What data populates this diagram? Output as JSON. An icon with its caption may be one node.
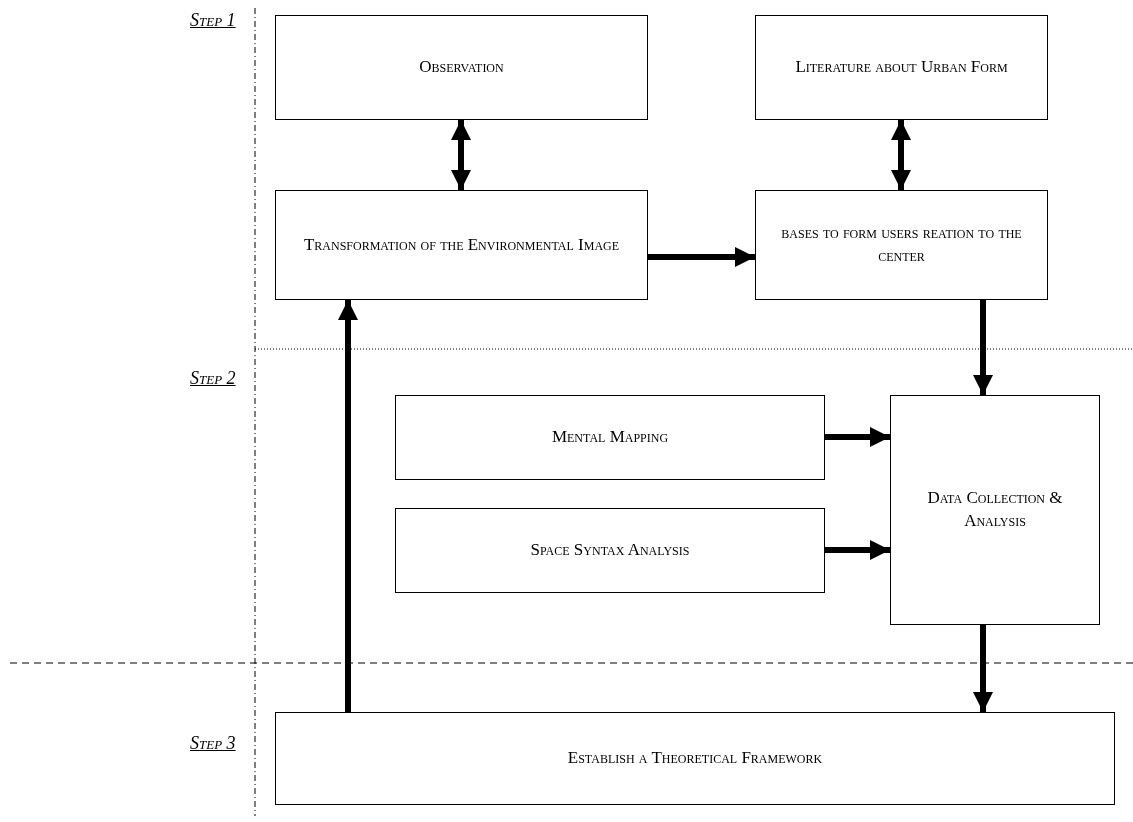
{
  "diagram": {
    "nodes": [
      {
        "text": [
          "Observation"
        ]
      },
      {
        "text": [
          "Literature about Urban Form"
        ]
      },
      {
        "text": [
          "Transformation of the Environmental Image"
        ]
      },
      {
        "text": [
          "bases to form users reation to the center"
        ]
      },
      {
        "text": [
          "Mental Mapping"
        ]
      },
      {
        "text": [
          "Data Collection & Analysis"
        ]
      },
      {
        "text": [
          "Space Syntax Analysis"
        ]
      },
      {
        "text": [
          "Establish a Theoretical Framework"
        ]
      }
    ],
    "edges": [
      {
        "from": 0,
        "to": 2,
        "arrow": "both"
      },
      {
        "from": 1,
        "to": 3,
        "arrow": "both"
      },
      {
        "from": 2,
        "to": 3,
        "arrow": "to"
      },
      {
        "from": 3,
        "to": 5,
        "arrow": "to"
      },
      {
        "from": 4,
        "to": 5,
        "arrow": "to"
      },
      {
        "from": 6,
        "to": 5,
        "arrow": "to"
      },
      {
        "from": 5,
        "to": 7,
        "arrow": "to"
      },
      {
        "from": 7,
        "to": 2,
        "arrow": "to"
      }
    ],
    "labels": [
      "Step 1",
      "Step 2",
      "Step 3"
    ]
  }
}
